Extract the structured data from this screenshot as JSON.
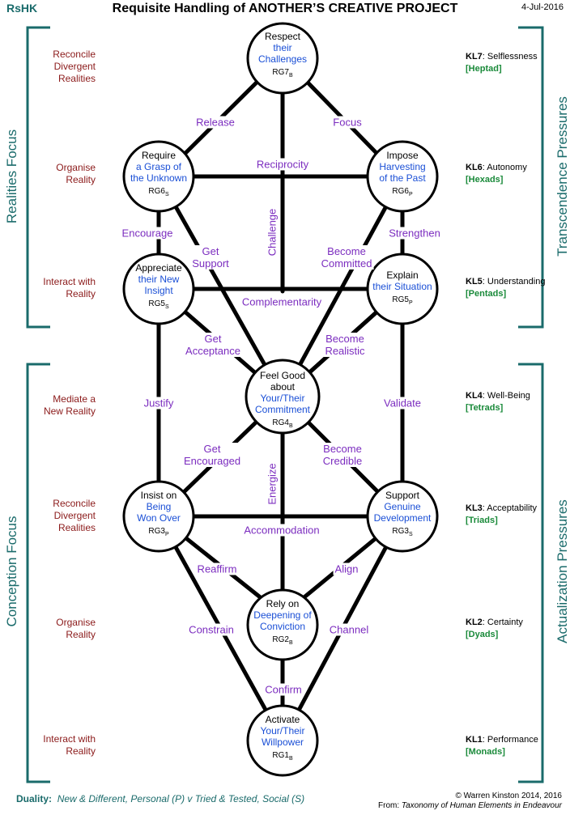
{
  "header": {
    "code": "RsHK",
    "title": "Requisite Handling of ANOTHER’S CREATIVE PROJECT",
    "date": "4-Jul-2016"
  },
  "left_labels": {
    "realities": "Realities  Focus",
    "conception": "Conception  Focus",
    "rows": [
      "Reconcile\nDivergent\nRealities",
      "Organise\nReality",
      "Interact with\nReality",
      "Mediate a\nNew Reality",
      "Reconcile\nDivergent\nRealities",
      "Organise\nReality",
      "Interact with\nReality"
    ]
  },
  "right_labels": {
    "transcendence": "Transcendence  Pressures",
    "actualization": "Actualization  Pressures",
    "levels": [
      {
        "kl": "KL7",
        "name": "Selflessness",
        "group": "[Heptad]"
      },
      {
        "kl": "KL6",
        "name": "Autonomy",
        "group": "[Hexads]"
      },
      {
        "kl": "KL5",
        "name": "Understanding",
        "group": "[Pentads]"
      },
      {
        "kl": "KL4",
        "name": "Well-Being",
        "group": "[Tetrads]"
      },
      {
        "kl": "KL3",
        "name": "Acceptability",
        "group": "[Triads]"
      },
      {
        "kl": "KL2",
        "name": "Certainty",
        "group": "[Dyads]"
      },
      {
        "kl": "KL1",
        "name": "Performance",
        "group": "[Monads]"
      }
    ]
  },
  "nodes": {
    "rg7": {
      "l1": "Respect",
      "l2": "their\nChallenges",
      "code": "RG7",
      "sub": "B"
    },
    "rg6s": {
      "l1": "Require",
      "l2": "a Grasp of\nthe Unknown",
      "code": "RG6",
      "sub": "S"
    },
    "rg6p": {
      "l1": "Impose",
      "l2": "Harvesting\nof the Past",
      "code": "RG6",
      "sub": "P"
    },
    "rg5s": {
      "l1": "Appreciate",
      "l2": "their New\nInsight",
      "code": "RG5",
      "sub": "S"
    },
    "rg5p": {
      "l1": "Explain",
      "l2": "their Situation",
      "code": "RG5",
      "sub": "P"
    },
    "rg4": {
      "l1": "Feel Good\nabout",
      "l2": "Your/Their\nCommitment",
      "code": "RG4",
      "sub": "B"
    },
    "rg3p": {
      "l1": "Insist on",
      "l2": "Being\nWon Over",
      "code": "RG3",
      "sub": "P"
    },
    "rg3s": {
      "l1": "Support",
      "l2": "Genuine\nDevelopment",
      "code": "RG3",
      "sub": "S"
    },
    "rg2": {
      "l1": "Rely on",
      "l2": "Deepening of\nConviction",
      "code": "RG2",
      "sub": "B"
    },
    "rg1": {
      "l1": "Activate",
      "l2": "Your/Their\nWillpower",
      "code": "RG1",
      "sub": "B"
    }
  },
  "links": {
    "release": "Release",
    "focus": "Focus",
    "reciprocity": "Reciprocity",
    "challenge": "Challenge",
    "encourage": "Encourage",
    "get_support": "Get\nSupport",
    "become_committed": "Become\nCommitted",
    "strengthen": "Strengthen",
    "complementarity": "Complementarity",
    "get_acceptance": "Get\nAcceptance",
    "become_realistic": "Become\nRealistic",
    "justify": "Justify",
    "validate": "Validate",
    "get_encouraged": "Get\nEncouraged",
    "become_credible": "Become\nCredible",
    "energize": "Energize",
    "accommodation": "Accommodation",
    "reaffirm": "Reaffirm",
    "align": "Align",
    "constrain": "Constrain",
    "channel": "Channel",
    "confirm": "Confirm"
  },
  "footer": {
    "duality_label": "Duality:",
    "duality_text": "New & Different, Personal (P) v Tried & Tested, Social (S)",
    "copyright": "© Warren Kinston 2014, 2016",
    "from_label": "From:",
    "from_source": "Taxonomy of Human Elements in Endeavour"
  },
  "colors": {
    "teal": "#1a6b6b",
    "red": "#8b1a1a",
    "purple": "#7b2cbf",
    "blue": "#1a4fd6",
    "green": "#1a8a3a"
  }
}
